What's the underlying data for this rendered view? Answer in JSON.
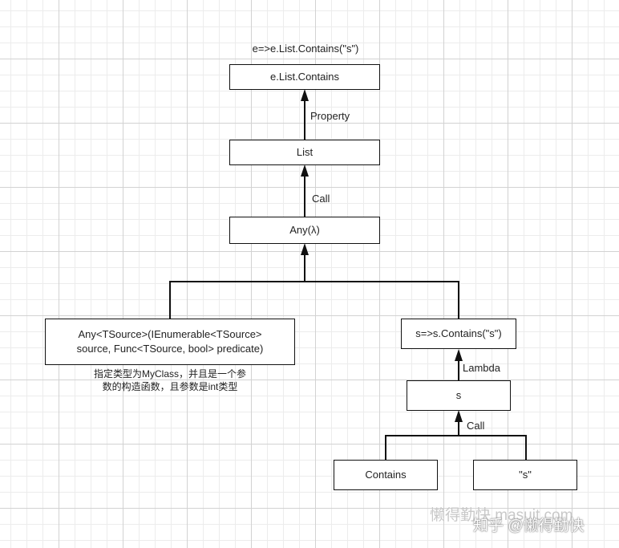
{
  "top_label": "e=>e.List.Contains(\"s\")",
  "nodes": {
    "contains_expr": "e.List.Contains",
    "list": "List",
    "any": "Any(λ)",
    "any_signature": "Any<TSource>(IEnumerable<TSource> source, Func<TSource, bool> predicate)",
    "lambda_expr": "s=>s.Contains(\"s\")",
    "s": "s",
    "contains": "Contains",
    "s_literal": "\"s\""
  },
  "edge_labels": {
    "property": "Property",
    "call_list": "Call",
    "lambda": "Lambda",
    "call_s": "Call"
  },
  "note": "指定类型为MyClass，并且是一个参数的构造函数，且参数是int类型",
  "watermark": {
    "faint": "懒得勤快 masuit.com",
    "main": "知乎 @懒得勤快"
  }
}
